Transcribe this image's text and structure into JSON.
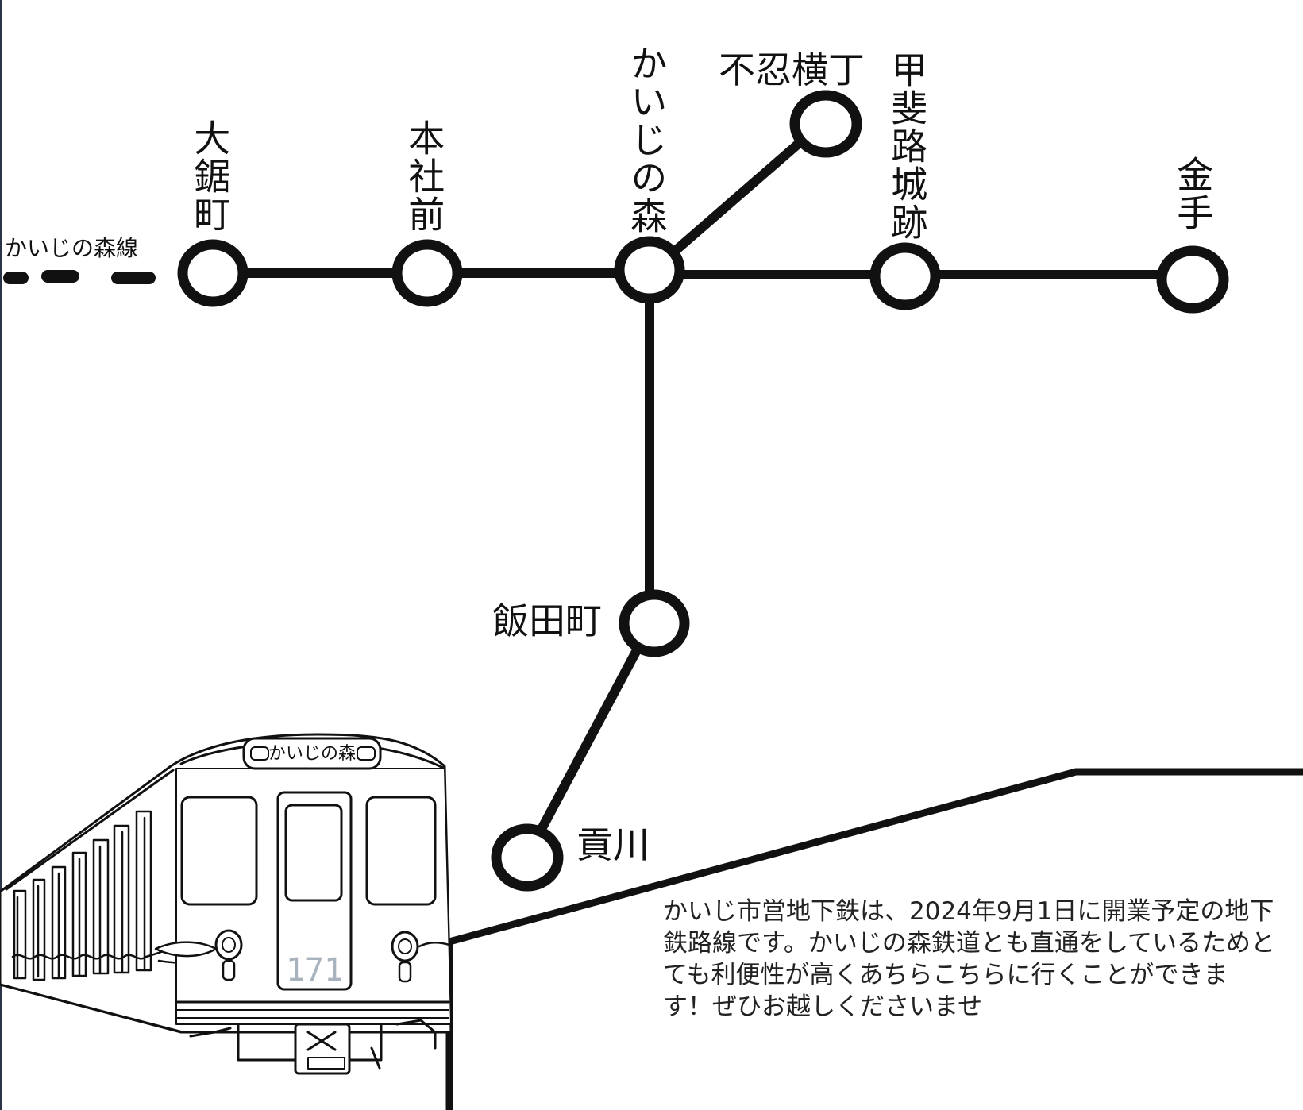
{
  "diagram": {
    "line_name": "かいじの森線",
    "stations": {
      "okyomachi": "大鋸町",
      "honsha_mae": "本社前",
      "kaiji_no_mori": "かいじの森",
      "shinobazu_yokocho": "不忍横丁",
      "kaijiro_joseki": "甲斐路城跡",
      "kanete": "金手",
      "iidamachi": "飯田町",
      "mitsugikawa": "貢川"
    },
    "train": {
      "destination_sign": "かいじの森",
      "car_number": "171"
    },
    "description": [
      "かいじ市営地下鉄は、2024年9月1日に開業予定の地下",
      "鉄路線です。かいじの森鉄道とも直通をしているためと",
      "ても利便性が高くあちらこちらに行くことができま",
      "す！ぜひお越しくださいませ"
    ]
  }
}
